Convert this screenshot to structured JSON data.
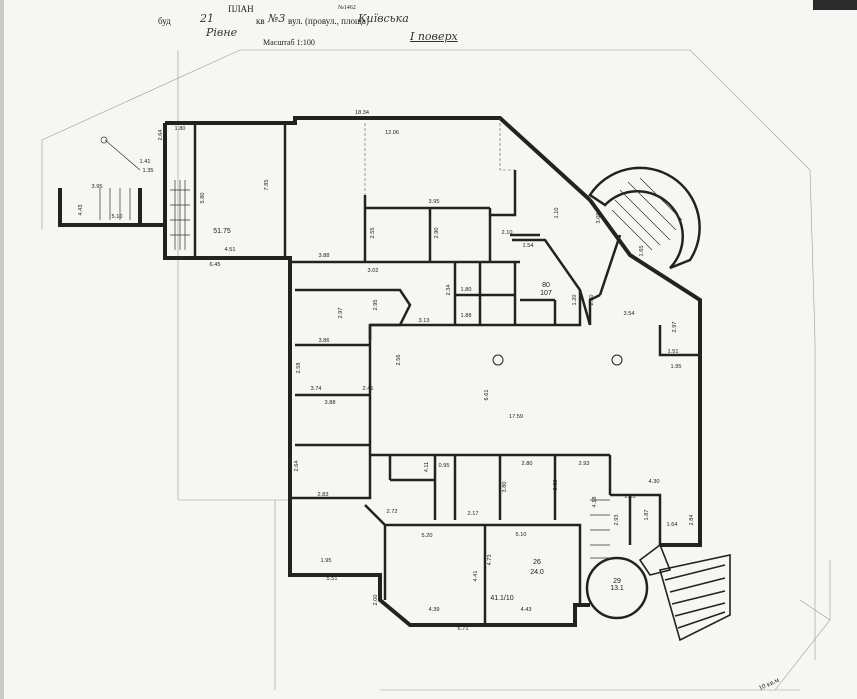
{
  "header": {
    "title": "ПЛАН",
    "stamp_no": "№1462",
    "line1_prefix": "буд",
    "line1_mid": "кв",
    "line1_suffix": "вул. (провул., площа)",
    "house_no": "21",
    "apt_no": "№3",
    "street": "Київська",
    "city": "Рівне",
    "scale": "Масштаб 1:100",
    "floor": "I поверх"
  },
  "dimensions": [
    "18.34",
    "12.06",
    "1.80",
    "2.64",
    "1.41",
    "1.35",
    "4.43",
    "3.95",
    "5.10",
    "5.80",
    "7.85",
    "6.45",
    "4.51",
    "3.88",
    "3.95",
    "2.90",
    "2.55",
    "3.02",
    "1.80",
    "1.88",
    "2.34",
    "3.13",
    "2.97",
    "2.95",
    "3.86",
    "3.74",
    "2.41",
    "2.56",
    "2.58",
    "3.88",
    "2.64",
    "2.83",
    "6.61",
    "17.59",
    "1.10",
    "2.10",
    "1.54",
    "3.05",
    "1.65",
    "2.80",
    "1.20",
    "3.54",
    "2.97",
    "1.51",
    "1.95",
    "4.30",
    "2.13",
    "1.87",
    "1.64",
    "2.84",
    "5.20",
    "4.41",
    "4.73",
    "4.18",
    "2.93",
    "5.10",
    "1.95",
    "5.51",
    "4.39",
    "4.43",
    "6.71",
    "2.00",
    "2.72",
    "2.80",
    "3.80",
    "2.93",
    "2.17",
    "3.80",
    "0.95",
    "4.11"
  ],
  "labels": [
    "51.75",
    "80",
    "107",
    "26",
    "24.0",
    "29",
    "13.1",
    "41.1/10"
  ],
  "corner_note": "10 кв.м"
}
